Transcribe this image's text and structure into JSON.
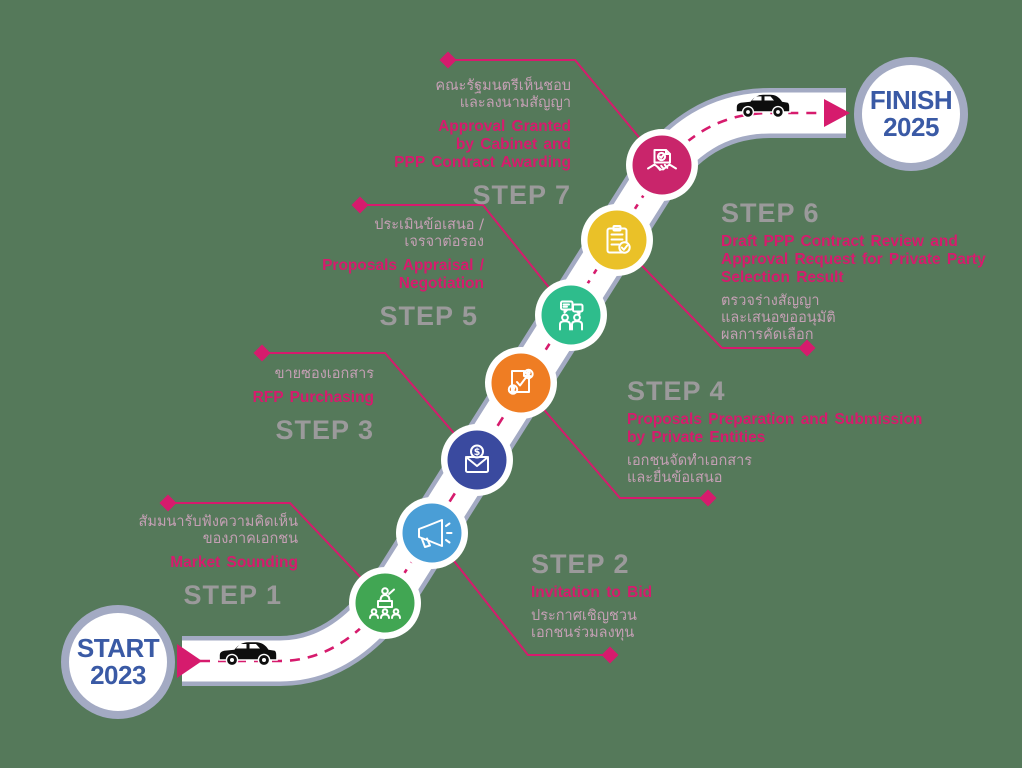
{
  "title": "PPP project roadmap from start to finish",
  "start": {
    "line1": "START",
    "line2": "2023"
  },
  "finish": {
    "line1": "FINISH",
    "line2": "2025"
  },
  "colors": {
    "background": "#55795a",
    "magenta": "#d61b6d",
    "road_border": "#a3aac3",
    "road_surface": "#ffffff",
    "step_label_gray": "#9b9a9b",
    "thai_text": "#c5a0b5",
    "year_blue": "#3a5aa5",
    "car_black": "#0e0e0e"
  },
  "steps": [
    {
      "label": "STEP 1",
      "name_lines": [
        "Market Sounding"
      ],
      "thai_lines": [
        "สัมมนารับฟังความคิดเห็น",
        "ของภาคเอกชน"
      ],
      "icon": "seminar-presenter-icon",
      "color": "#41a653"
    },
    {
      "label": "STEP 2",
      "name_lines": [
        "Invitation to Bid"
      ],
      "thai_lines": [
        "ประกาศเชิญชวน",
        "เอกชนร่วมลงทุน"
      ],
      "icon": "megaphone-icon",
      "color": "#4a9ed6"
    },
    {
      "label": "STEP 3",
      "name_lines": [
        "RFP Purchasing"
      ],
      "thai_lines": [
        "ขายซองเอกสาร"
      ],
      "icon": "envelope-dollar-icon",
      "icon_glyph": "$",
      "color": "#3a4a9f"
    },
    {
      "label": "STEP 4",
      "name_lines": [
        "Proposals Preparation and Submission",
        "by Private Entities"
      ],
      "thai_lines": [
        "เอกชนจัดทำเอกสาร",
        "และยื่นข้อเสนอ"
      ],
      "icon": "proposal-document-icon",
      "color": "#ef7d23"
    },
    {
      "label": "STEP 5",
      "name_lines": [
        "Proposals Appraisal /",
        "Negotiation"
      ],
      "thai_lines": [
        "ประเมินข้อเสนอ /",
        "เจรจาต่อรอง"
      ],
      "icon": "discussion-people-icon",
      "color": "#2ebd8c"
    },
    {
      "label": "STEP 6",
      "name_lines": [
        "Draft PPP Contract Review and",
        "Approval Request for Private Party",
        "Selection Result"
      ],
      "thai_lines": [
        "ตรวจร่างสัญญา",
        "และเสนอขออนุมัติ",
        "ผลการคัดเลือก"
      ],
      "icon": "clipboard-check-icon",
      "color": "#eac128"
    },
    {
      "label": "STEP 7",
      "name_lines": [
        "Approval Granted",
        "by Cabinet and",
        "PPP Contract Awarding"
      ],
      "thai_lines": [
        "คณะรัฐมนตรีเห็นชอบ",
        "และลงนามสัญญา"
      ],
      "icon": "contract-handshake-icon",
      "color": "#c9256b"
    }
  ]
}
